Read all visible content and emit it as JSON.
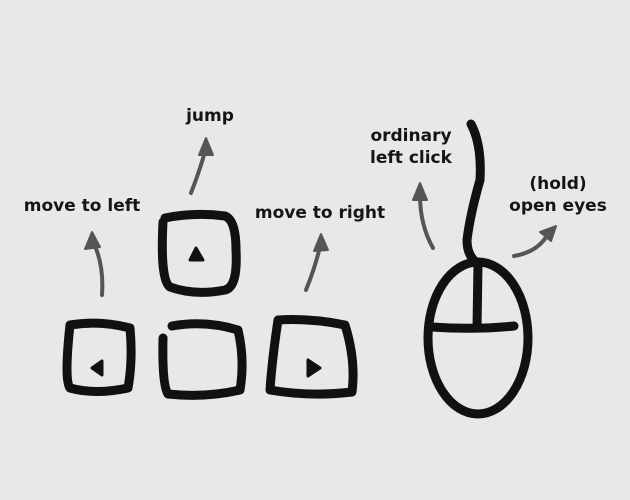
{
  "controls": {
    "jump": "jump",
    "move_left": "move to left",
    "move_right": "move to right",
    "left_click_line1": "ordinary",
    "left_click_line2": "left click",
    "open_eyes_line1": "(hold)",
    "open_eyes_line2": "open eyes"
  },
  "colors": {
    "background": "#e8e8e8",
    "ink": "#111111",
    "arrow": "#555555"
  }
}
